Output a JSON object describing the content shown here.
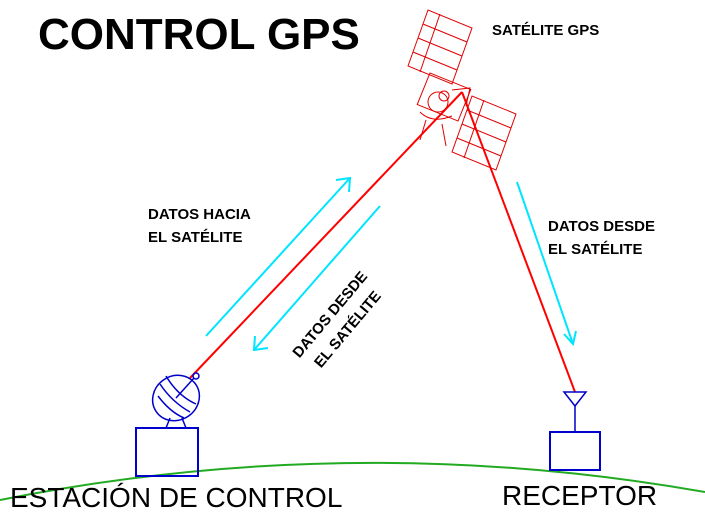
{
  "title": "CONTROL GPS",
  "satellite_label": "SATÉLITE GPS",
  "uplink_label": {
    "line1": "DATOS HACIA",
    "line2": "EL SATÉLITE"
  },
  "downlink_station_label": {
    "line1": "DATOS DESDE",
    "line2": "EL SATÉLITE"
  },
  "downlink_receiver_label": {
    "line1": "DATOS DESDE",
    "line2": "EL SATÉLITE"
  },
  "station_label": "ESTACIÓN DE CONTROL",
  "receiver_label": "RECEPTOR",
  "colors": {
    "signal_line": "#ff0000",
    "arrows": "#00e5ff",
    "equipment": "#0000cc",
    "ground": "#22aa22",
    "satellite": "#e00000"
  }
}
